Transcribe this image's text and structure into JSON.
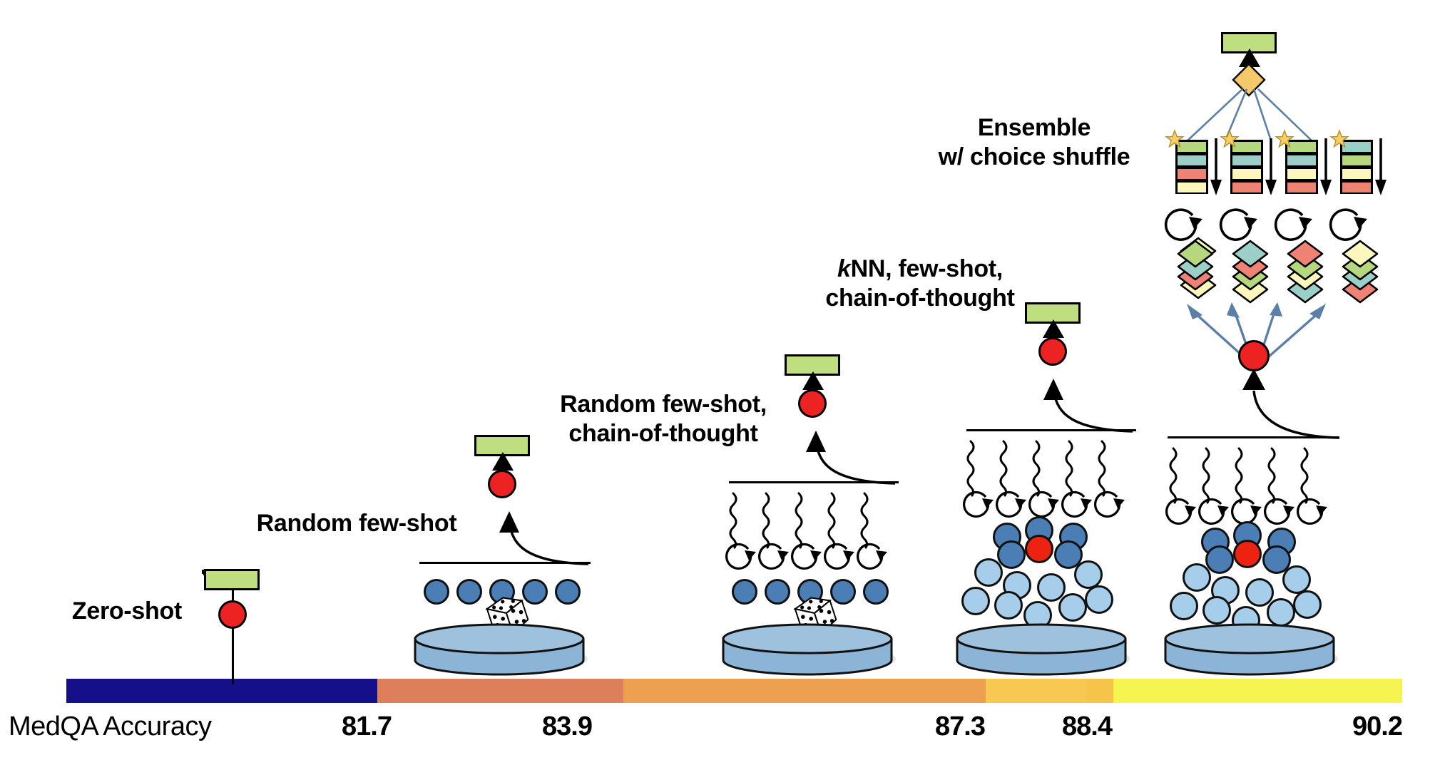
{
  "figure": {
    "type": "diagram",
    "axis_title": "MedQA Accuracy",
    "accuracy_ticks": [
      "81.7",
      "83.9",
      "87.3",
      "88.4",
      "90.2"
    ],
    "colorbar_segments": [
      {
        "name": "zero-shot",
        "color": "#15108a"
      },
      {
        "name": "random-few-shot",
        "color": "#dd7f5a"
      },
      {
        "name": "random-few-shot-cot",
        "color": "#eda150"
      },
      {
        "name": "knn-few-shot-cot",
        "color": "#f7c852"
      },
      {
        "name": "knn-few-shot-cot-2",
        "color": "#f8c84b"
      },
      {
        "name": "ensemble-choice-shuffle",
        "color": "#f6f451"
      }
    ]
  },
  "methods": [
    {
      "id": "zero-shot",
      "label": "Zero-shot",
      "score": "81.7"
    },
    {
      "id": "random-few-shot",
      "label": "Random few-shot",
      "score": "83.9"
    },
    {
      "id": "random-few-shot-cot",
      "label": "Random few-shot,\nchain-of-thought",
      "line1": "Random few-shot,",
      "line2": "chain-of-thought",
      "score": "87.3"
    },
    {
      "id": "knn-few-shot-cot",
      "label_italic": "k",
      "line1": "NN, few-shot,",
      "line2": "chain-of-thought",
      "score": "88.4"
    },
    {
      "id": "ensemble-choice-shuffle",
      "line1": "Ensemble",
      "line2": "w/ choice shuffle",
      "score": "90.2"
    }
  ],
  "colors": {
    "answer_box": "#bede80",
    "model_dot": "#ed2222",
    "ensemble_diamond": "#f5c969",
    "retrieval_dark": "#4a7eb5",
    "retrieval_light": "#a6cdea",
    "cylinder": "#8cb4d6",
    "arrow_blue": "#5b7fa6",
    "star": "#f7cf64",
    "choice_green": "#b5d87e",
    "choice_teal": "#9bd0c9",
    "choice_red": "#ed8275",
    "choice_yellow": "#fbf7bd"
  },
  "ensemble": {
    "stacks": [
      {
        "order": [
          "choice_green",
          "choice_teal",
          "choice_red",
          "choice_yellow"
        ]
      },
      {
        "order": [
          "choice_green",
          "choice_teal",
          "choice_yellow",
          "choice_red"
        ]
      },
      {
        "order": [
          "choice_green",
          "choice_teal",
          "choice_yellow",
          "choice_red"
        ]
      },
      {
        "order": [
          "choice_teal",
          "choice_green",
          "choice_yellow",
          "choice_red"
        ]
      }
    ],
    "shuffled": [
      {
        "order": [
          "choice_green",
          "choice_teal",
          "choice_red",
          "choice_yellow"
        ]
      },
      {
        "order": [
          "choice_teal",
          "choice_red",
          "choice_green",
          "choice_yellow"
        ]
      },
      {
        "order": [
          "choice_red",
          "choice_green",
          "choice_yellow",
          "choice_teal"
        ]
      },
      {
        "order": [
          "choice_yellow",
          "choice_green",
          "choice_teal",
          "choice_red"
        ]
      }
    ]
  }
}
